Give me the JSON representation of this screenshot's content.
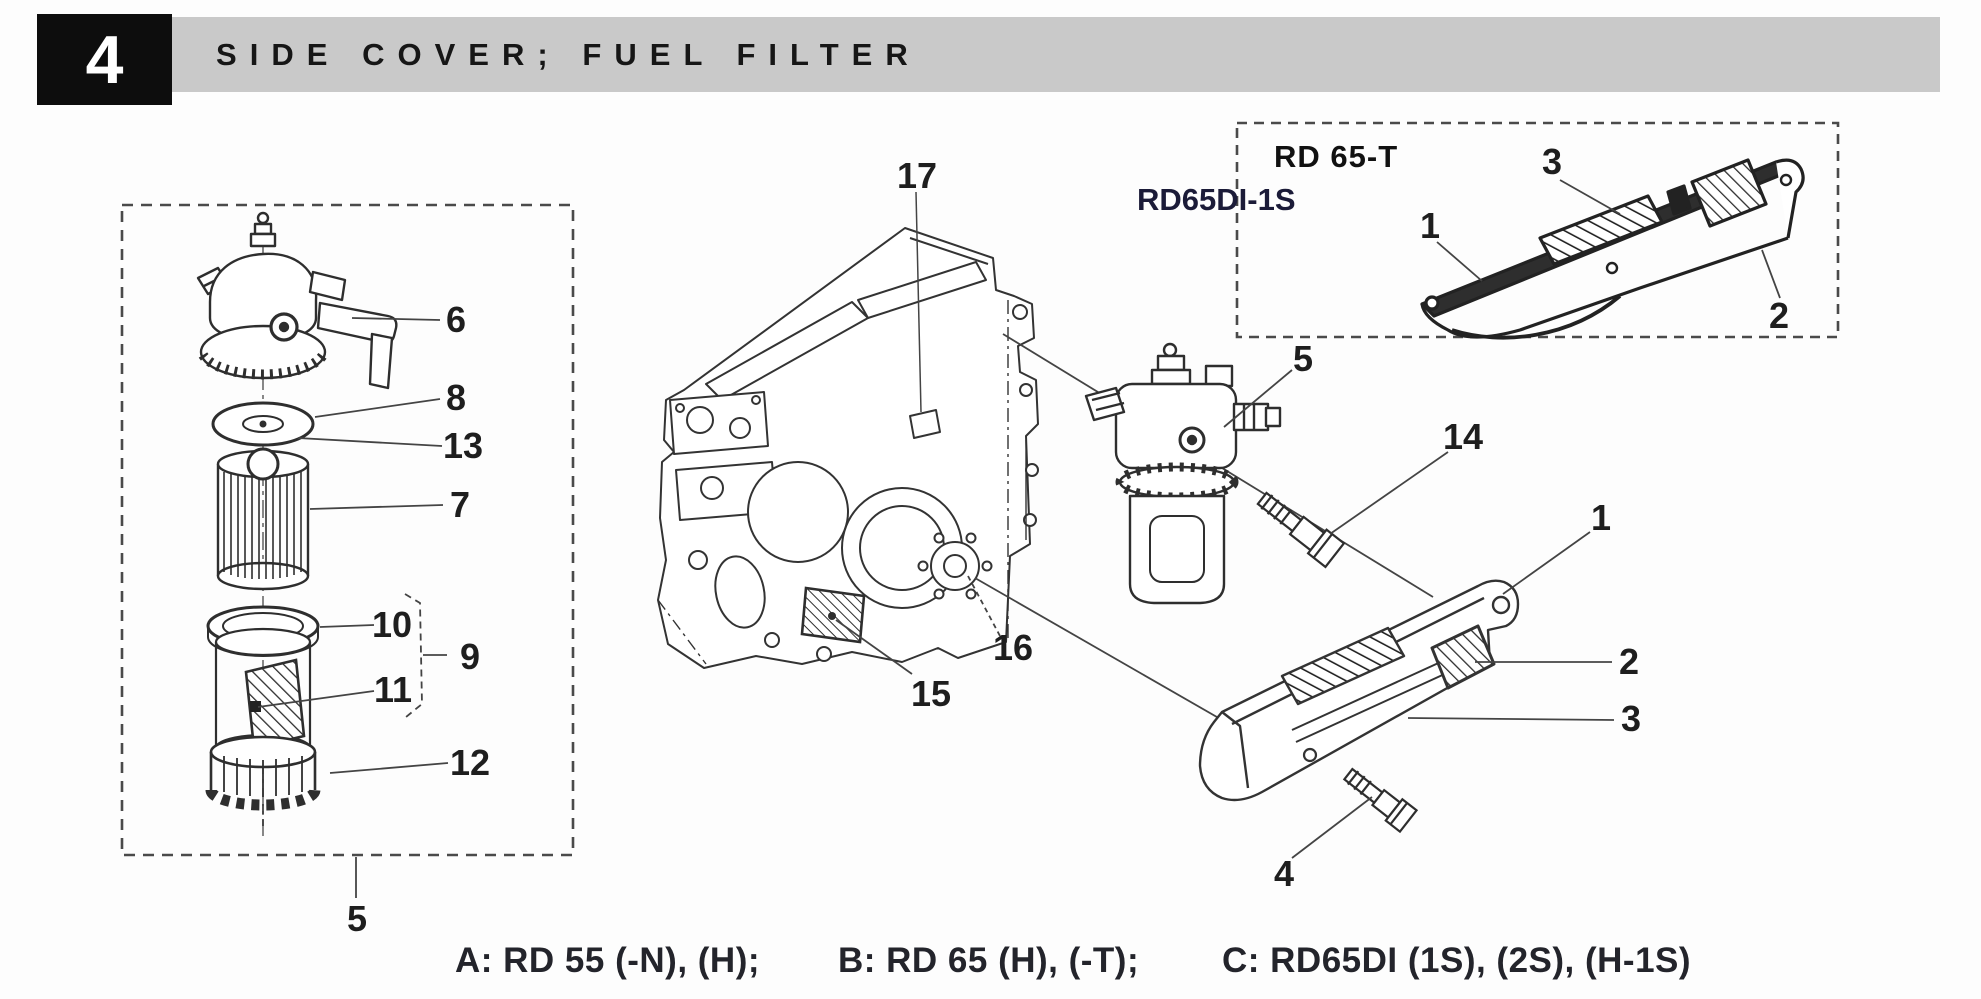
{
  "header": {
    "section_number": "4",
    "title": "SIDE COVER; FUEL FILTER"
  },
  "inset": {
    "title": "RD 65-T",
    "model_label": "RD65DI-1S"
  },
  "callouts": {
    "left_6": "6",
    "left_8": "8",
    "left_13": "13",
    "left_7": "7",
    "left_10": "10",
    "left_9": "9",
    "left_11": "11",
    "left_12": "12",
    "left_5": "5",
    "engine_17": "17",
    "engine_15": "15",
    "engine_16": "16",
    "inset_1": "1",
    "inset_3": "3",
    "inset_2": "2",
    "filter_5": "5",
    "bolt_14": "14",
    "cover_1": "1",
    "cover_2": "2",
    "cover_3": "3",
    "cover_4": "4"
  },
  "footer": {
    "variant_a": "A: RD 55 (-N), (H);",
    "variant_b": "B: RD 65 (H), (-T);",
    "variant_c": "C: RD65DI (1S), (2S), (H-1S)"
  },
  "colors": {
    "badge_bg": "#0d0d0d",
    "badge_text": "#ffffff",
    "title_bar_bg": "#c9c9c9",
    "title_text": "#161616",
    "line_art": "#2e2e2e",
    "model_label_text": "#1b1b38"
  }
}
